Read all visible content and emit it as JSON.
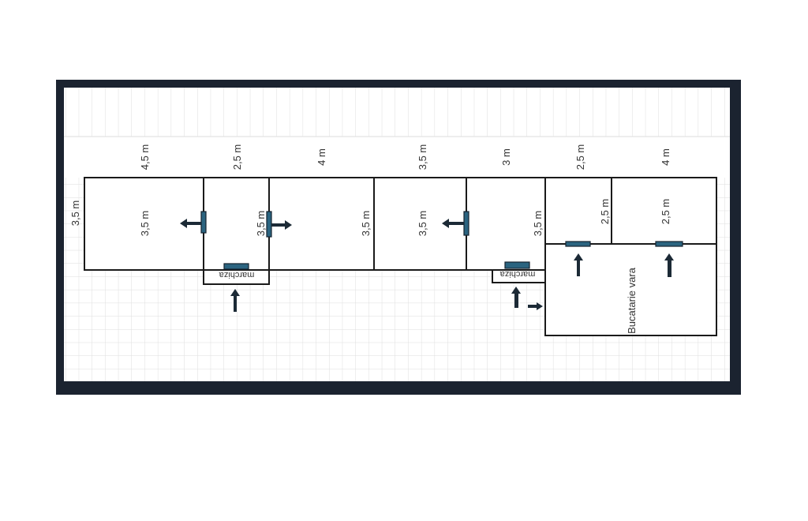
{
  "plan": {
    "top_dimensions": [
      "4,5 m",
      "2,5 m",
      "4 m",
      "3,5 m",
      "3 m",
      "2,5 m",
      "4 m"
    ],
    "left_dimension": "3,5 m",
    "room_heights": [
      "3,5 m",
      "3,5 m",
      "3,5 m",
      "3,5 m",
      "3,5 m",
      "2,5 m",
      "2,5 m"
    ],
    "porch_labels": [
      "marchiza",
      "marchiza"
    ],
    "kitchen_label": "Bucatarie vara"
  },
  "colors": {
    "frame": "#1b2330",
    "door": "#2b6480",
    "arrow": "#1c2a36",
    "grid": "#dcdcdc"
  }
}
